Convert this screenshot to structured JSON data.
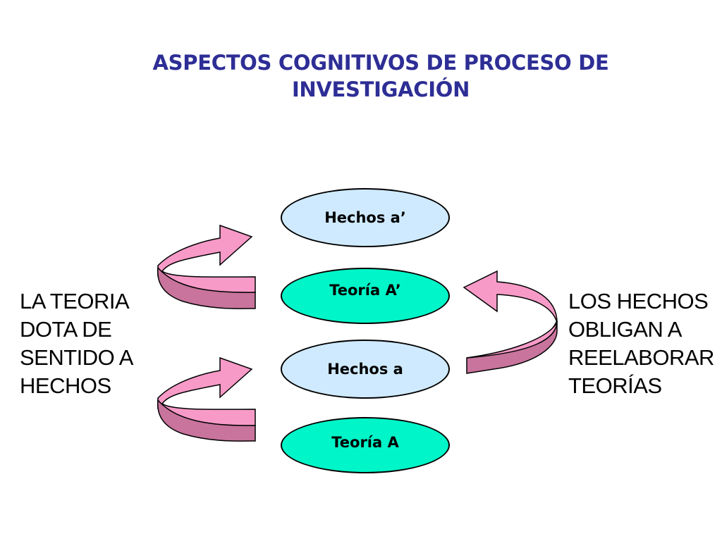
{
  "title": {
    "line1": "ASPECTOS COGNITIVOS DE PROCESO DE",
    "line2": "INVESTIGACIÓN"
  },
  "nodes": [
    {
      "label": "Hechos a’",
      "color": "#cfeaff"
    },
    {
      "label": "Teoría A’",
      "color": "#00f5c8"
    },
    {
      "label": "Hechos a",
      "color": "#cfeaff"
    },
    {
      "label": "Teoría A",
      "color": "#00f5c8"
    }
  ],
  "left_text": [
    "LA TEORIA",
    "DOTA DE",
    "SENTIDO A",
    "HECHOS"
  ],
  "right_text": [
    "LOS HECHOS",
    "OBLIGAN A",
    "REELABORAR",
    "TEORÍAS"
  ],
  "colors": {
    "title": "#2e2e96",
    "arrow_front": "#f79ac8",
    "arrow_back": "#c8749c",
    "outline": "#000000"
  },
  "icons": [
    "curved-arrow-icon"
  ]
}
